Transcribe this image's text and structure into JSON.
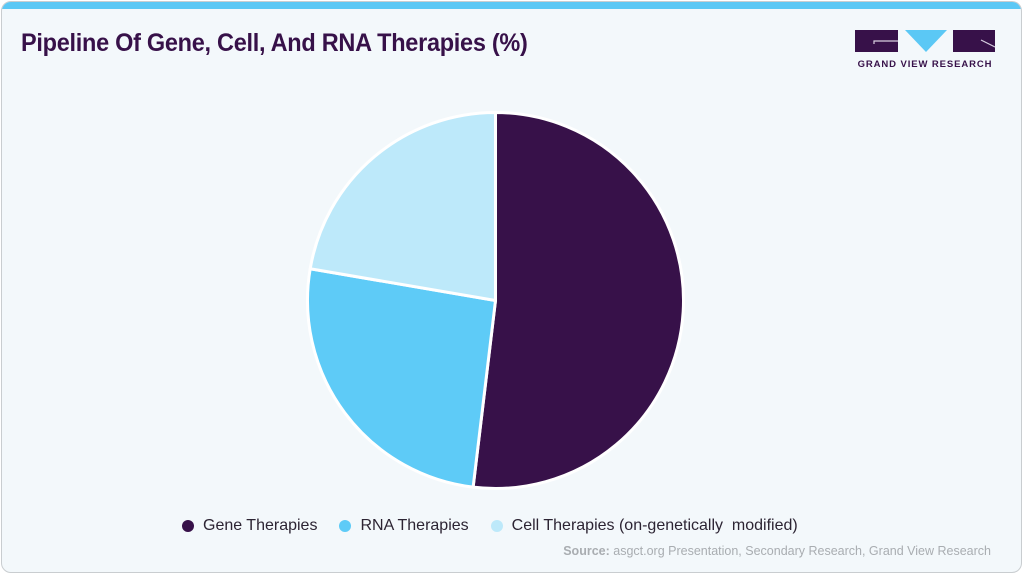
{
  "header": {
    "title": "Pipeline Of Gene, Cell, And RNA Therapies (%)",
    "accent_bar_color": "#5bc8f5"
  },
  "logo": {
    "text": "GRAND VIEW RESEARCH",
    "primary_color": "#371149",
    "accent_color": "#5bc8f5"
  },
  "legend": {
    "items": [
      {
        "label": "Gene Therapies",
        "color": "#371149"
      },
      {
        "label": "RNA Therapies",
        "color": "#5ecbf7"
      },
      {
        "label": "Cell Therapies (on-genetically  modified)",
        "color": "#bde9fa"
      }
    ]
  },
  "source": {
    "label": "Source:",
    "text": " asgct.org Presentation, Secondary Research, Grand View Research"
  },
  "chart_data": {
    "type": "pie",
    "title": "Pipeline Of Gene, Cell, And RNA Therapies (%)",
    "categories": [
      "Gene Therapies",
      "RNA Therapies",
      "Cell Therapies (on-genetically  modified)"
    ],
    "values": [
      51.9,
      25.8,
      22.3
    ],
    "colors": [
      "#371149",
      "#5ecbf7",
      "#bde9fa"
    ],
    "start_angle_deg": 0,
    "direction": "clockwise",
    "legend_position": "bottom",
    "data_labels": false,
    "source": "Source: asgct.org Presentation, Secondary Research, Grand View Research"
  }
}
